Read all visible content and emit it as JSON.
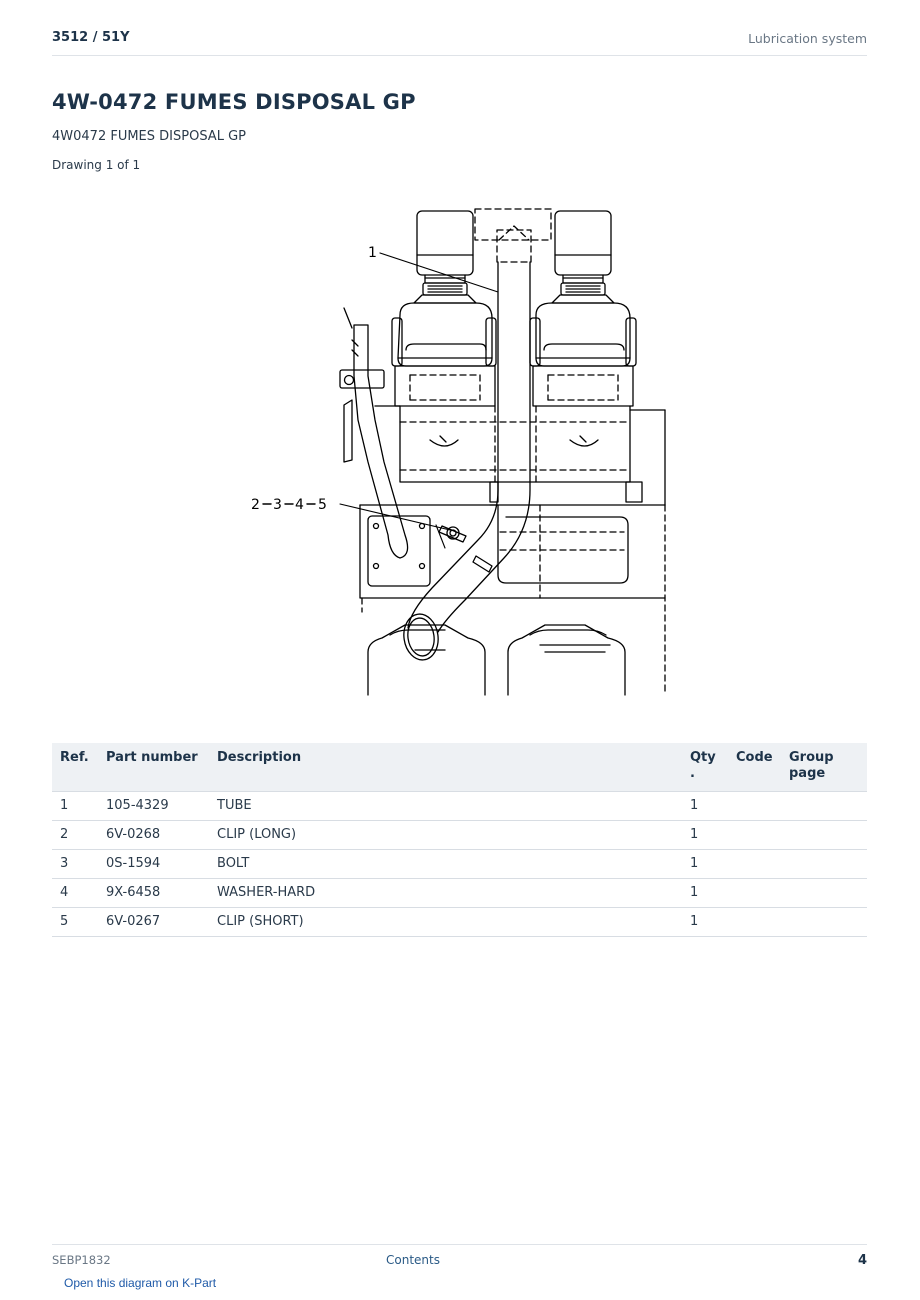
{
  "header": {
    "model": "3512  /  51Y",
    "section": "Lubrication system"
  },
  "page": {
    "title": "4W-0472 FUMES DISPOSAL GP",
    "subtitle": "4W0472 FUMES DISPOSAL GP",
    "drawing_count": "Drawing 1 of 1"
  },
  "diagram": {
    "callout_1": "1",
    "callout_2": "2",
    "callout_3": "3",
    "callout_4": "4",
    "callout_5": "5"
  },
  "table": {
    "headers": {
      "ref": "Ref.",
      "part_number": "Part number",
      "description": "Description",
      "qty_line1": "Qty",
      "qty_line2": ".",
      "code": "Code",
      "group_line1": "Group",
      "group_line2": "page"
    },
    "rows": [
      {
        "ref": "1",
        "part_number": "105-4329",
        "description": "TUBE",
        "qty": "1",
        "code": "",
        "group_page": ""
      },
      {
        "ref": "2",
        "part_number": "6V-0268",
        "description": "CLIP (LONG)",
        "qty": "1",
        "code": "",
        "group_page": ""
      },
      {
        "ref": "3",
        "part_number": "0S-1594",
        "description": "BOLT",
        "qty": "1",
        "code": "",
        "group_page": ""
      },
      {
        "ref": "4",
        "part_number": "9X-6458",
        "description": "WASHER-HARD",
        "qty": "1",
        "code": "",
        "group_page": ""
      },
      {
        "ref": "5",
        "part_number": "6V-0267",
        "description": "CLIP (SHORT)",
        "qty": "1",
        "code": "",
        "group_page": ""
      }
    ]
  },
  "footer": {
    "doc_id": "SEBP1832",
    "contents_link": "Contents",
    "page_number": "4",
    "kpart_link": "Open this diagram on K-Part"
  }
}
